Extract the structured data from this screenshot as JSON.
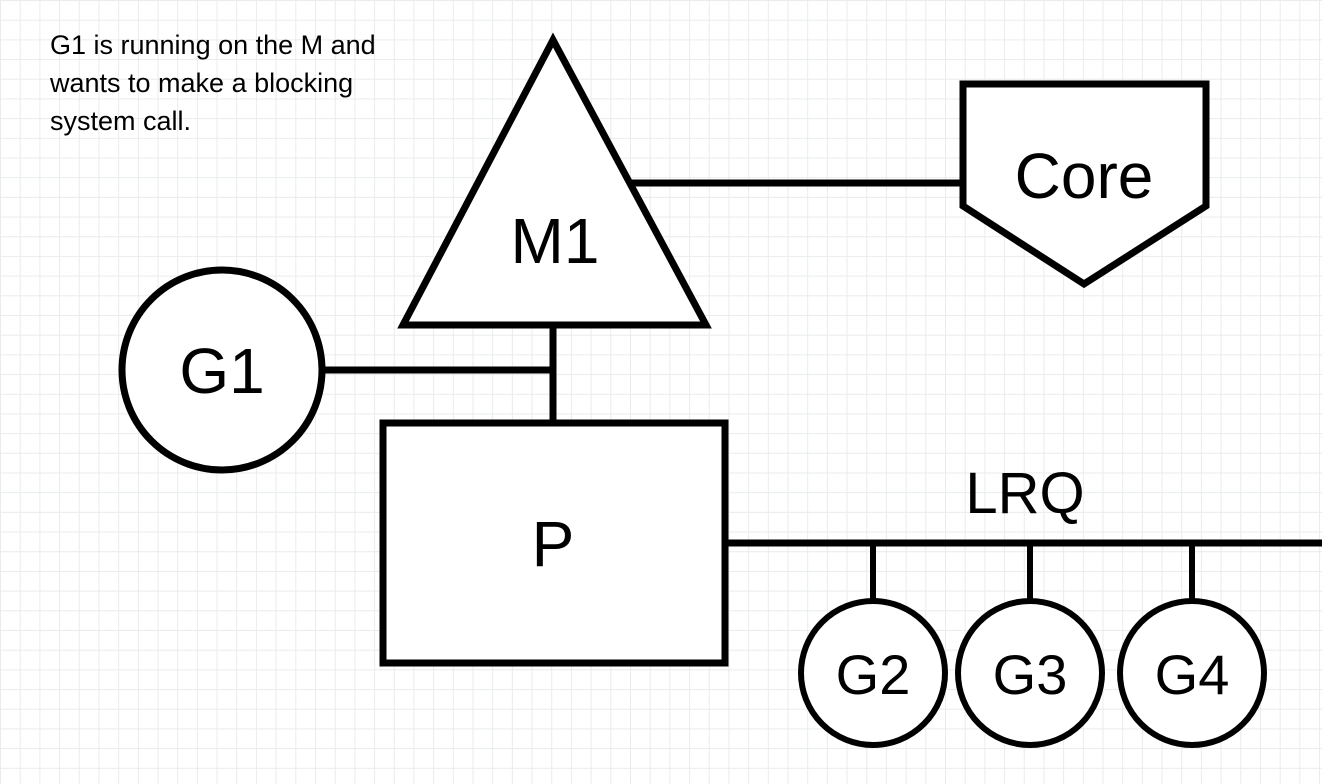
{
  "annotation": {
    "lines": [
      "G1 is running on the M and",
      "wants to make a blocking",
      "system call."
    ]
  },
  "nodes": {
    "m1": {
      "label": "M1",
      "shape": "triangle"
    },
    "core": {
      "label": "Core",
      "shape": "pentagon"
    },
    "g1": {
      "label": "G1",
      "shape": "circle"
    },
    "p": {
      "label": "P",
      "shape": "rectangle"
    },
    "g2": {
      "label": "G2",
      "shape": "circle"
    },
    "g3": {
      "label": "G3",
      "shape": "circle"
    },
    "g4": {
      "label": "G4",
      "shape": "circle"
    }
  },
  "queue": {
    "label": "LRQ"
  },
  "edges": [
    {
      "from": "m1",
      "to": "core"
    },
    {
      "from": "g1",
      "to": "m1"
    },
    {
      "from": "m1",
      "to": "p"
    },
    {
      "from": "p",
      "to": "lrq"
    },
    {
      "from": "lrq",
      "to": "g2"
    },
    {
      "from": "lrq",
      "to": "g3"
    },
    {
      "from": "lrq",
      "to": "g4"
    }
  ],
  "colors": {
    "stroke": "#000000",
    "background": "#ffffff",
    "grid": "#e9ecec"
  }
}
